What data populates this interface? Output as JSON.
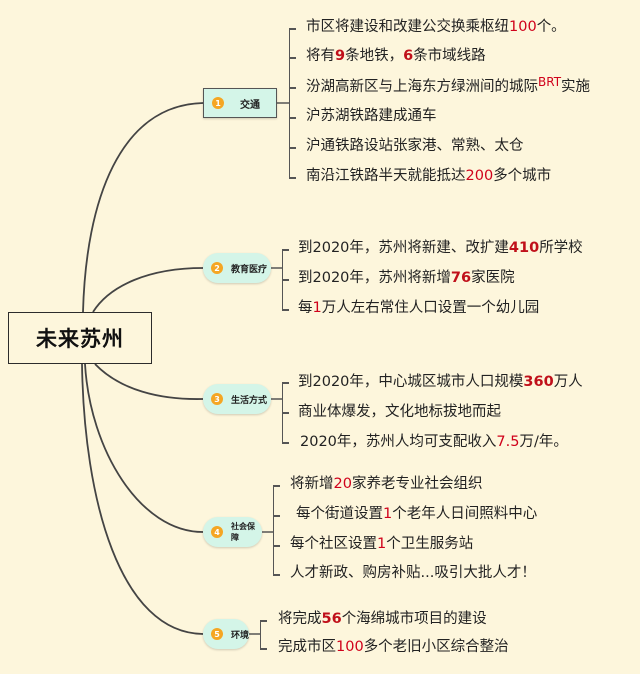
{
  "root": {
    "title": "未来苏州"
  },
  "colors": {
    "background": "#fdf6dc",
    "topic_fill": "#d4f5e8",
    "badge": "#f5a623",
    "highlight": "#d0021b",
    "line": "#444444"
  },
  "topics": [
    {
      "index": "1",
      "label": "交通",
      "items": [
        {
          "parts": [
            "市区将建设和改建公交换乘枢纽",
            "100",
            "个。"
          ]
        },
        {
          "parts": [
            "将有",
            "9",
            "条地铁，",
            "6",
            "条市域线路"
          ]
        },
        {
          "parts": [
            "汾湖高新区与上海东方绿洲间的城际",
            "BRT",
            "实施"
          ]
        },
        {
          "parts": [
            "沪苏湖铁路建成通车"
          ]
        },
        {
          "parts": [
            "沪通铁路设站张家港、常熟、太仓"
          ]
        },
        {
          "parts": [
            "南沿江铁路半天就能抵达",
            "200",
            "多个城市"
          ]
        }
      ]
    },
    {
      "index": "2",
      "label": "教育医疗",
      "items": [
        {
          "parts": [
            "到2020年，苏州将新建、改扩建",
            "410",
            "所学校"
          ]
        },
        {
          "parts": [
            "到2020年，苏州将新增",
            "76",
            "家医院"
          ]
        },
        {
          "parts": [
            "每",
            "1",
            "万人左右常住人口设置一个幼儿园"
          ]
        }
      ]
    },
    {
      "index": "3",
      "label": "生活方式",
      "items": [
        {
          "parts": [
            "到2020年，中心城区城市人口规模",
            "360",
            "万人"
          ]
        },
        {
          "parts": [
            "商业体爆发，文化地标拔地而起"
          ]
        },
        {
          "parts": [
            "2020年，苏州人均可支配收入",
            "7.5",
            "万/年。"
          ]
        }
      ]
    },
    {
      "index": "4",
      "label": "社会保障",
      "items": [
        {
          "parts": [
            "将新增",
            "20",
            "家养老专业社会组织"
          ]
        },
        {
          "parts": [
            "每个街道设置",
            "1",
            "个老年人日间照料中心"
          ]
        },
        {
          "parts": [
            "每个社区设置",
            "1",
            "个卫生服务站"
          ]
        },
        {
          "parts": [
            "人才新政、购房补贴...吸引大批人才！"
          ]
        }
      ]
    },
    {
      "index": "5",
      "label": "环境",
      "items": [
        {
          "parts": [
            "将完成",
            "56",
            "个海绵城市项目的建设"
          ]
        },
        {
          "parts": [
            "完成市区",
            "100",
            "多个老旧小区综合整治"
          ]
        }
      ]
    }
  ]
}
